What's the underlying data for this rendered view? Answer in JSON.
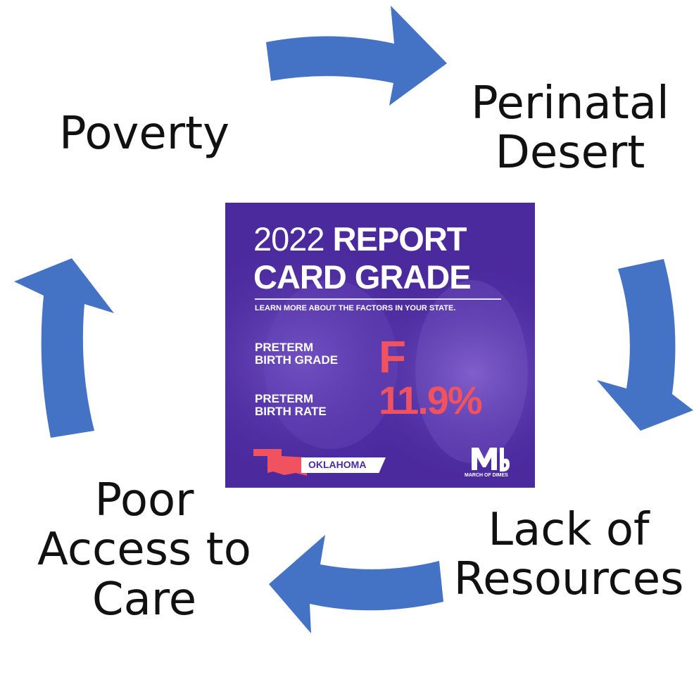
{
  "diagram": {
    "nodes": [
      {
        "id": "poverty",
        "lines": [
          "Poverty"
        ]
      },
      {
        "id": "perinatal",
        "lines": [
          "Perinatal",
          "Desert"
        ]
      },
      {
        "id": "lack",
        "lines": [
          "Lack of",
          "Resources"
        ]
      },
      {
        "id": "poor",
        "lines": [
          "Poor",
          "Access to",
          "Care"
        ]
      }
    ],
    "arrow_color": "#4472c4",
    "flow": "clockwise"
  },
  "report_card": {
    "title_year": "2022",
    "title_word": "REPORT",
    "title_line2": "CARD GRADE",
    "subtitle": "LEARN MORE ABOUT THE FACTORS IN YOUR STATE.",
    "grade_label_1": "PRETERM",
    "grade_label_2": "BIRTH GRADE",
    "grade_value": "F",
    "rate_label_1": "PRETERM",
    "rate_label_2": "BIRTH RATE",
    "rate_value": "11.9%",
    "state": "OKLAHOMA",
    "logo_caption": "MARCH OF DIMES",
    "colors": {
      "background": "#4b2a9e",
      "accent": "#f0525f"
    }
  }
}
